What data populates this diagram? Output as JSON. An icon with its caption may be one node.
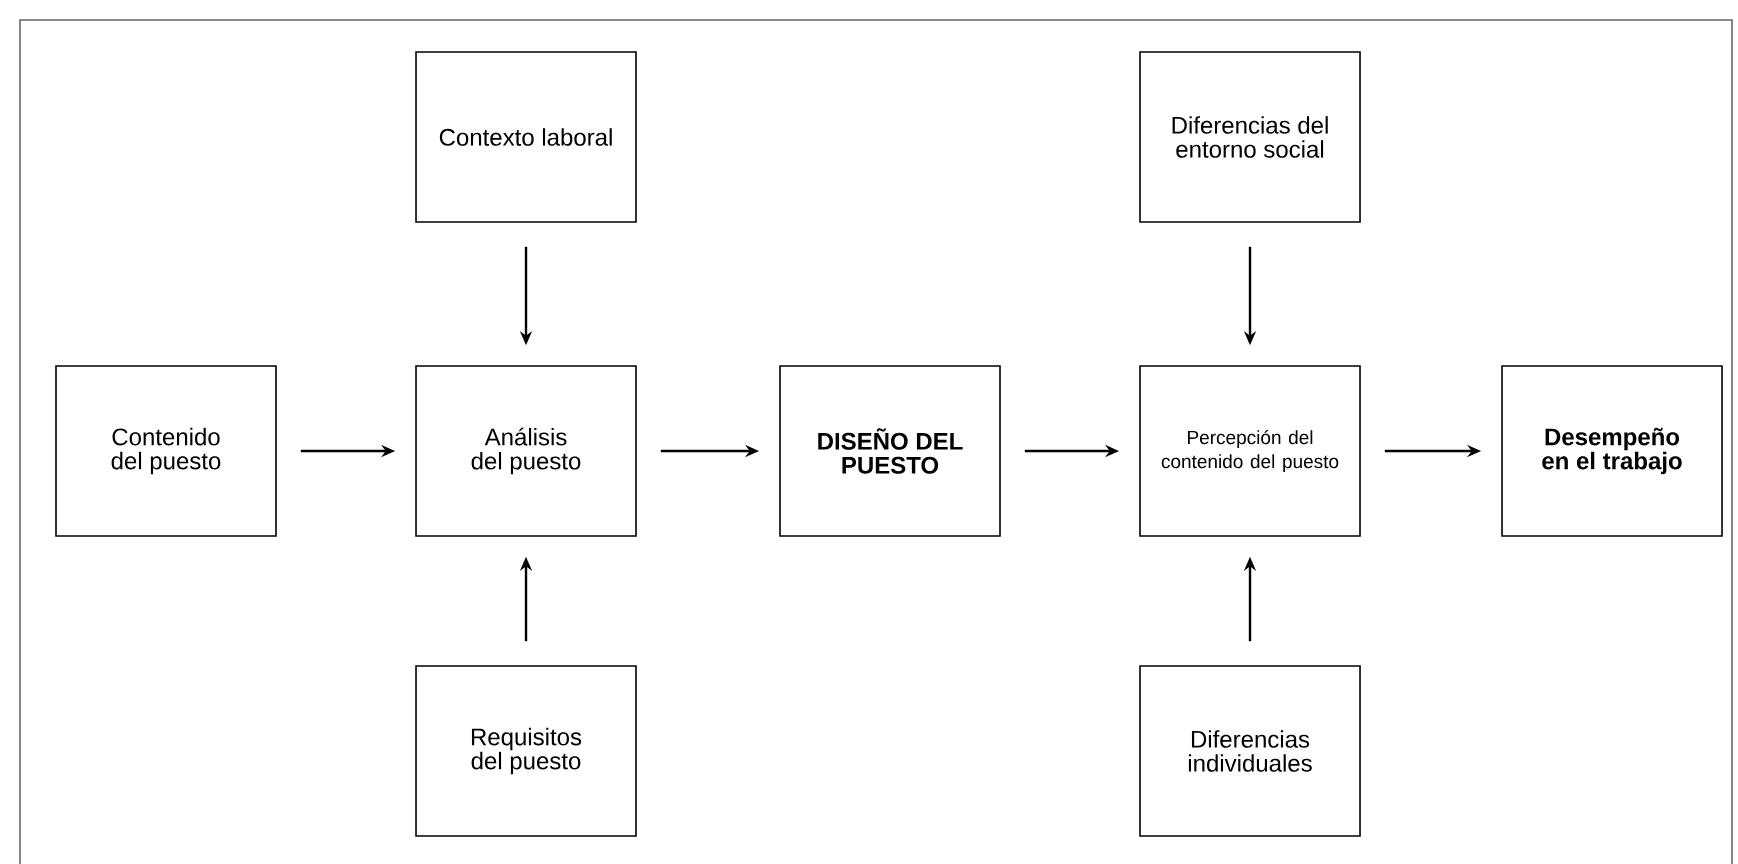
{
  "diagram": {
    "nodes": [
      {
        "text": [
          "Contenido del puesto"
        ]
      },
      {
        "text": [
          "Contexto laboral"
        ]
      },
      {
        "text": [
          "Análisis del puesto"
        ]
      },
      {
        "text": [
          "DISEÑO DEL PUESTO"
        ]
      },
      {
        "text": [
          "Diferencias del entorno social"
        ]
      },
      {
        "text": [
          "Percepción del contenido del puesto"
        ]
      },
      {
        "text": [
          "Desempeño en el trabajo"
        ]
      },
      {
        "text": [
          "Requisitos del puesto"
        ]
      },
      {
        "text": [
          "Diferencias individuales"
        ]
      }
    ],
    "edges": [
      {
        "from": 0,
        "to": 2,
        "arrow": "to"
      },
      {
        "from": 1,
        "to": 2,
        "arrow": "to"
      },
      {
        "from": 7,
        "to": 2,
        "arrow": "to"
      },
      {
        "from": 2,
        "to": 3,
        "arrow": "to"
      },
      {
        "from": 3,
        "to": 5,
        "arrow": "to"
      },
      {
        "from": 4,
        "to": 5,
        "arrow": "to"
      },
      {
        "from": 8,
        "to": 5,
        "arrow": "to"
      },
      {
        "from": 5,
        "to": 6,
        "arrow": "to"
      }
    ]
  }
}
